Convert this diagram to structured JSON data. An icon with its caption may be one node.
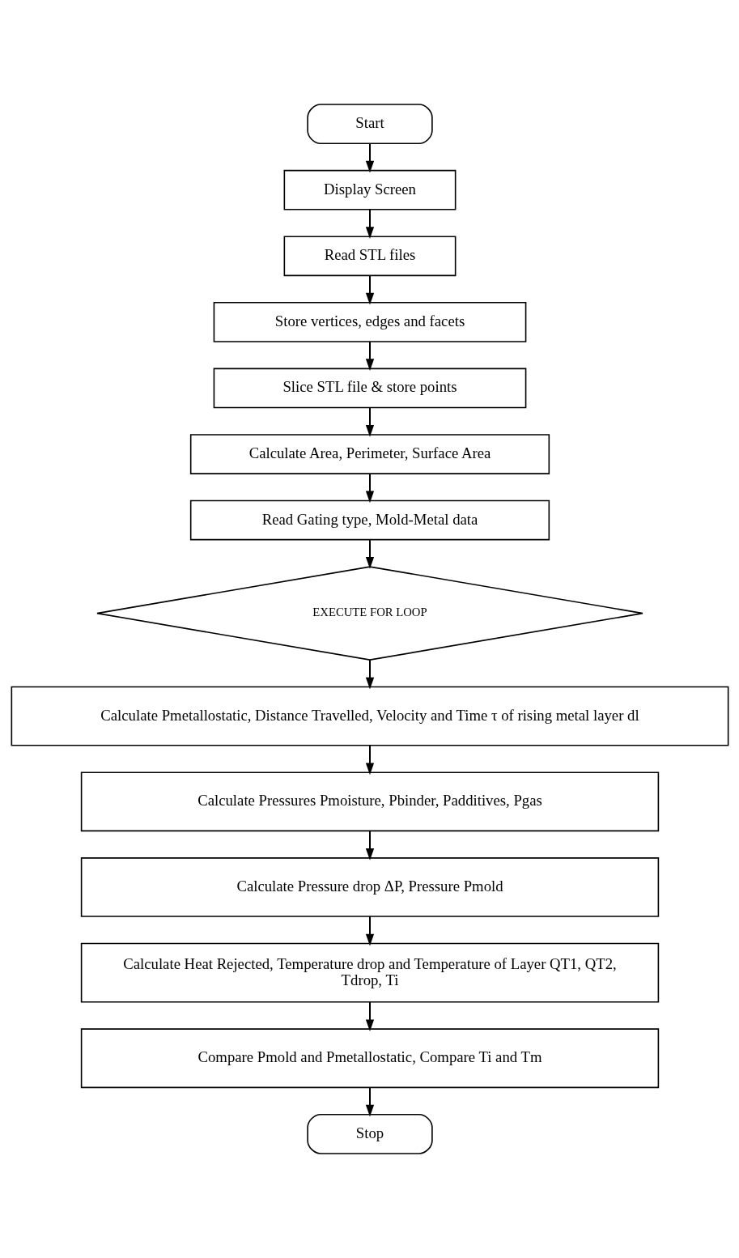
{
  "diagram": {
    "nodes": [
      {
        "text": [
          "Start"
        ]
      },
      {
        "text": [
          "Display Screen"
        ]
      },
      {
        "text": [
          "Read STL files"
        ]
      },
      {
        "text": [
          "Store vertices, edges and facets"
        ]
      },
      {
        "text": [
          "Slice STL file & store points"
        ]
      },
      {
        "text": [
          "Calculate Area, Perimeter, Surface Area"
        ]
      },
      {
        "text": [
          "Read Gating type, Mold-Metal data"
        ]
      },
      {
        "text": [
          "EXECUTE FOR LOOP"
        ]
      },
      {
        "text": [
          "Calculate Pmetallostatic, Distance Travelled, Velocity and Time τ of rising metal layer dl"
        ]
      },
      {
        "text": [
          "Calculate Pressures Pmoisture, Pbinder, Padditives, Pgas"
        ]
      },
      {
        "text": [
          "Calculate Pressure drop ΔP, Pressure Pmold"
        ]
      },
      {
        "text": [
          "Calculate Heat Rejected, Temperature drop and Temperature of Layer QT1, QT2, Tdrop, Ti"
        ]
      },
      {
        "text": [
          "Compare Pmold and Pmetallostatic, Compare Ti and Tm"
        ]
      },
      {
        "text": [
          "Stop"
        ]
      }
    ],
    "edges": [
      {
        "from": 0,
        "to": 1,
        "arrow": "to"
      },
      {
        "from": 1,
        "to": 2,
        "arrow": "to"
      },
      {
        "from": 2,
        "to": 3,
        "arrow": "to"
      },
      {
        "from": 3,
        "to": 4,
        "arrow": "to"
      },
      {
        "from": 4,
        "to": 5,
        "arrow": "to"
      },
      {
        "from": 5,
        "to": 6,
        "arrow": "to"
      },
      {
        "from": 6,
        "to": 7,
        "arrow": "to"
      },
      {
        "from": 7,
        "to": 8,
        "arrow": "to"
      },
      {
        "from": 8,
        "to": 9,
        "arrow": "to"
      },
      {
        "from": 9,
        "to": 10,
        "arrow": "to"
      },
      {
        "from": 10,
        "to": 11,
        "arrow": "to"
      },
      {
        "from": 11,
        "to": 12,
        "arrow": "to"
      },
      {
        "from": 12,
        "to": 13,
        "arrow": "to"
      }
    ]
  }
}
